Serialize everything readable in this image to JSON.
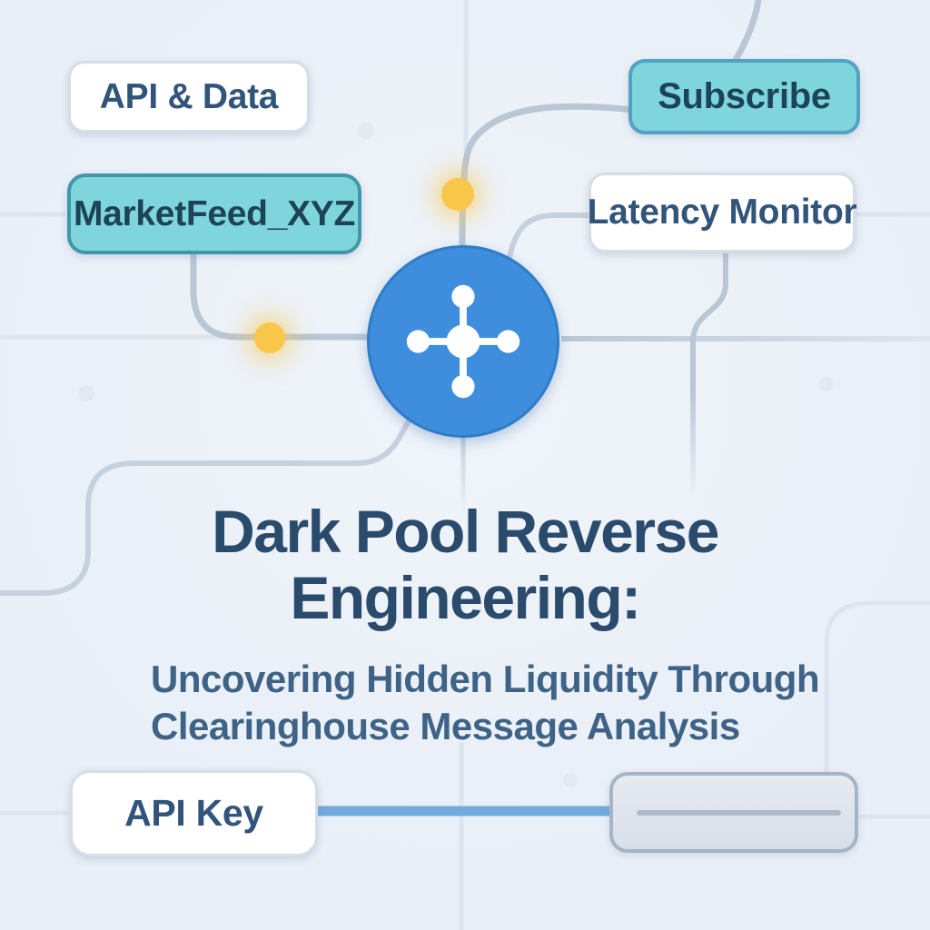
{
  "heading": {
    "title_line1": "Dark Pool Reverse",
    "title_line2": "Engineering:",
    "subtitle_line1": "Uncovering Hidden Liquidity Through",
    "subtitle_line2": "Clearinghouse Message Analysis"
  },
  "nodes": {
    "api_data": {
      "label": "API & Data",
      "style": "white-pill"
    },
    "subscribe": {
      "label": "Subscribe",
      "style": "teal-pill"
    },
    "marketfeed": {
      "label": "MarketFeed_XYZ",
      "style": "teal-pill"
    },
    "latency_monitor": {
      "label": "Latency Monitor",
      "style": "white-pill"
    },
    "api_key": {
      "label": "API Key",
      "style": "white-pill"
    },
    "hub": {
      "icon": "network-hub-icon"
    },
    "placeholder": {
      "icon": "empty-field-line"
    }
  },
  "icons": [
    "network-hub-icon",
    "junction-dot",
    "empty-field-line"
  ],
  "colors": {
    "background": "#e9eff7",
    "background_hi": "#f0f4fa",
    "road_strong": "#b9c6d5",
    "road_mid": "#c6d1df",
    "road_faint": "#dde4ee",
    "blob": "#e3e9f1",
    "node_white_bg": "#ffffff",
    "node_white_border": "#d6dde7",
    "node_white_text": "#31547a",
    "teal_fill": "#7ed6dc",
    "teal_border_marketfeed": "#3f97a7",
    "teal_border_subscribe": "#55a1c1",
    "teal_text": "#1d4356",
    "hub_fill": "#3f8edd",
    "hub_border": "#2e7dc7",
    "hub_glyph": "#ffffff",
    "dot_yellow": "#f8c648",
    "dot_glow": "rgba(248,198,72,0.5)",
    "title_text": "#2b4b6d",
    "subtitle_text": "#3f6386",
    "connector_blue": "#73aadb",
    "placeholder_fill_top": "#e6eaf1",
    "placeholder_fill_bottom": "#d8dee8",
    "placeholder_border": "#a4b4c6",
    "placeholder_line": "#abbacb"
  }
}
